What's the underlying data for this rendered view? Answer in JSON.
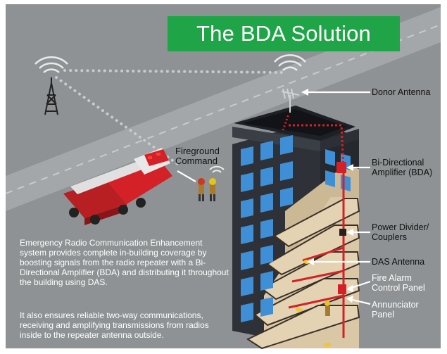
{
  "title": "The BDA Solution",
  "labels": {
    "donor_antenna": "Donor Antenna",
    "bda": "Bi-Directional\nAmplifier (BDA)",
    "power_divider": "Power Divider/\nCouplers",
    "das_antenna": "DAS Antenna",
    "fire_alarm": "Fire Alarm\nControl Panel",
    "annunciator": "Annunciator\nPanel",
    "fireground": "Fireground\nCommand"
  },
  "description": {
    "p1": "Emergency Radio Communication Enhancement system provides complete in-building coverage by boosting signals from the radio repeater with a Bi-Directional Amplifier (BDA) and distributing it throughout the building using DAS.",
    "p2": "It also ensures reliable two-way communications, receiving and amplifying transmissions from radios inside to the repeater antenna outside."
  },
  "colors": {
    "background": "#8e9294",
    "title_bg": "#1fa548",
    "building_dark": "#2a2d33",
    "window_blue": "#3f8fd6",
    "floor_beige": "#d9c7a6",
    "cable_red": "#d42127"
  }
}
